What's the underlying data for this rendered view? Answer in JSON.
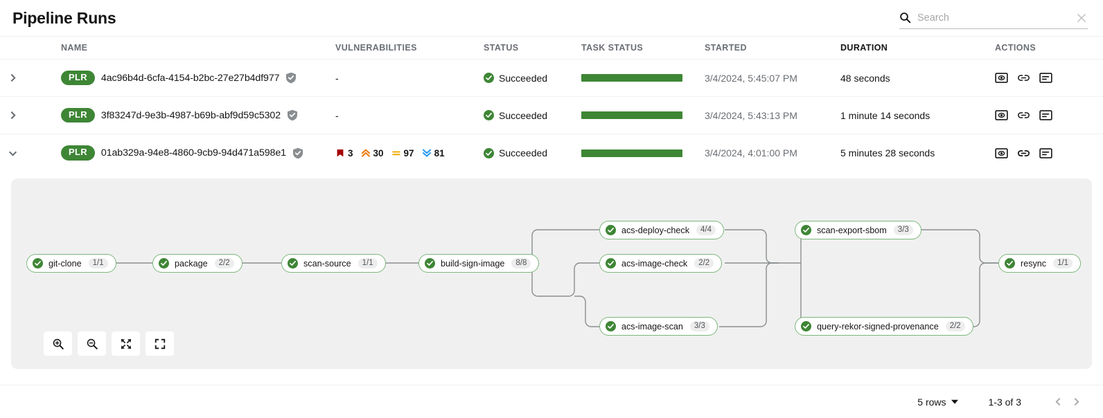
{
  "header": {
    "title": "Pipeline Runs",
    "search": {
      "value": "",
      "placeholder": "Search"
    }
  },
  "table": {
    "columns": [
      "NAME",
      "VULNERABILITIES",
      "STATUS",
      "TASK STATUS",
      "STARTED",
      "DURATION",
      "ACTIONS"
    ],
    "rows": [
      {
        "badge": "PLR",
        "name": "4ac96b4d-6cfa-4154-b2bc-27e27b4df977",
        "vulnerabilities": {
          "none": "-"
        },
        "status": "Succeeded",
        "task_progress": "100%",
        "started": "3/4/2024, 5:45:07 PM",
        "duration": "48 seconds",
        "expanded": false
      },
      {
        "badge": "PLR",
        "name": "3f83247d-9e3b-4987-b69b-abf9d59c5302",
        "vulnerabilities": {
          "none": "-"
        },
        "status": "Succeeded",
        "task_progress": "100%",
        "started": "3/4/2024, 5:43:13 PM",
        "duration": "1 minute 14 seconds",
        "expanded": false
      },
      {
        "badge": "PLR",
        "name": "01ab329a-94e8-4860-9cb9-94d471a598e1",
        "vulnerabilities": {
          "critical": "3",
          "important": "30",
          "moderate": "97",
          "low": "81"
        },
        "status": "Succeeded",
        "task_progress": "100%",
        "started": "3/4/2024, 4:01:00 PM",
        "duration": "5 minutes 28 seconds",
        "expanded": true
      }
    ]
  },
  "graph": {
    "nodes": [
      {
        "label": "git-clone",
        "count": "1/1",
        "status": "succeeded"
      },
      {
        "label": "package",
        "count": "2/2",
        "status": "succeeded"
      },
      {
        "label": "scan-source",
        "count": "1/1",
        "status": "succeeded"
      },
      {
        "label": "build-sign-image",
        "count": "8/8",
        "status": "succeeded"
      },
      {
        "label": "acs-deploy-check",
        "count": "4/4",
        "status": "succeeded"
      },
      {
        "label": "acs-image-check",
        "count": "2/2",
        "status": "succeeded"
      },
      {
        "label": "acs-image-scan",
        "count": "3/3",
        "status": "succeeded"
      },
      {
        "label": "scan-export-sbom",
        "count": "3/3",
        "status": "succeeded"
      },
      {
        "label": "query-rekor-signed-provenance",
        "count": "2/2",
        "status": "succeeded"
      },
      {
        "label": "resync",
        "count": "1/1",
        "status": "succeeded"
      }
    ],
    "controls": [
      {
        "name": "zoom-in",
        "tooltip": "Zoom In"
      },
      {
        "name": "zoom-out",
        "tooltip": "Zoom Out"
      },
      {
        "name": "fit-to-screen",
        "tooltip": "Fit to Screen"
      },
      {
        "name": "reset-view",
        "tooltip": "Reset View"
      }
    ]
  },
  "footer": {
    "rows_per_page": "5 rows",
    "range": "1-3 of 3"
  },
  "colors": {
    "success_green": "#3e8635",
    "node_border": "#7cb77c",
    "panel_bg": "#f0f0f0",
    "critical": "#a30000",
    "important": "#ec7a08",
    "moderate": "#f0ab00",
    "low": "#2b9af3"
  },
  "icons": {
    "search": "search-icon",
    "clear": "close-icon",
    "shield": "shield-check-icon",
    "status": "check-circle-icon",
    "action_view": "log-view-icon",
    "action_link": "link-icon",
    "action_output": "output-icon"
  }
}
